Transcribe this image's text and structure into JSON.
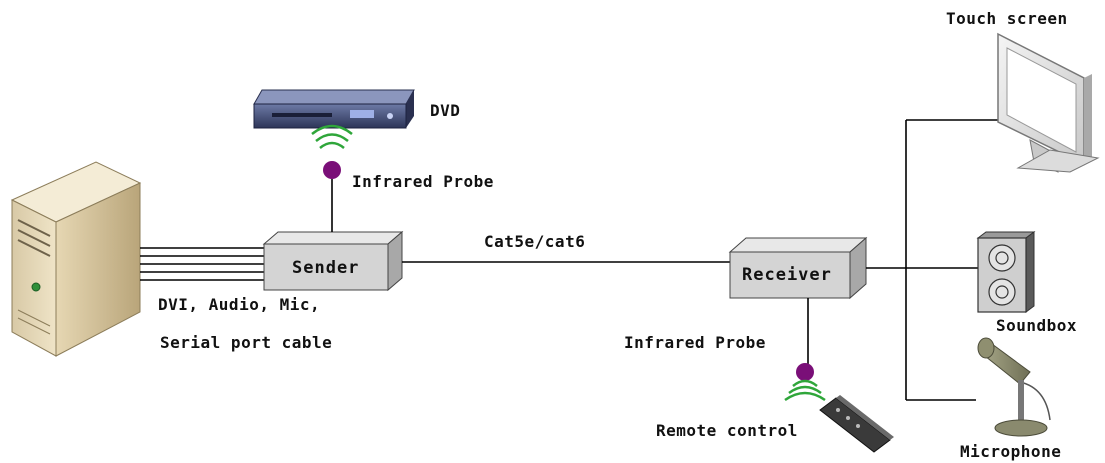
{
  "labels": {
    "touch_screen": "Touch screen",
    "dvd": "DVD",
    "infrared_probe_top": "Infrared Probe",
    "sender": "Sender",
    "cable_type": "Cat5e/cat6",
    "receiver": "Receiver",
    "cables_line1": "DVI, Audio, Mic,",
    "cables_line2": "Serial port cable",
    "infrared_probe_bottom": "Infrared Probe",
    "soundbox": "Soundbox",
    "remote_control": "Remote control",
    "microphone": "Microphone"
  },
  "colors": {
    "probe": "#7a0f78",
    "signal_waves": "#2fa63a",
    "box_fill": "#d4d4d4",
    "line": "#000000"
  },
  "icons": [
    "pc-tower-icon",
    "dvd-player-icon",
    "monitor-icon",
    "speaker-icon",
    "microphone-icon",
    "remote-control-icon"
  ]
}
